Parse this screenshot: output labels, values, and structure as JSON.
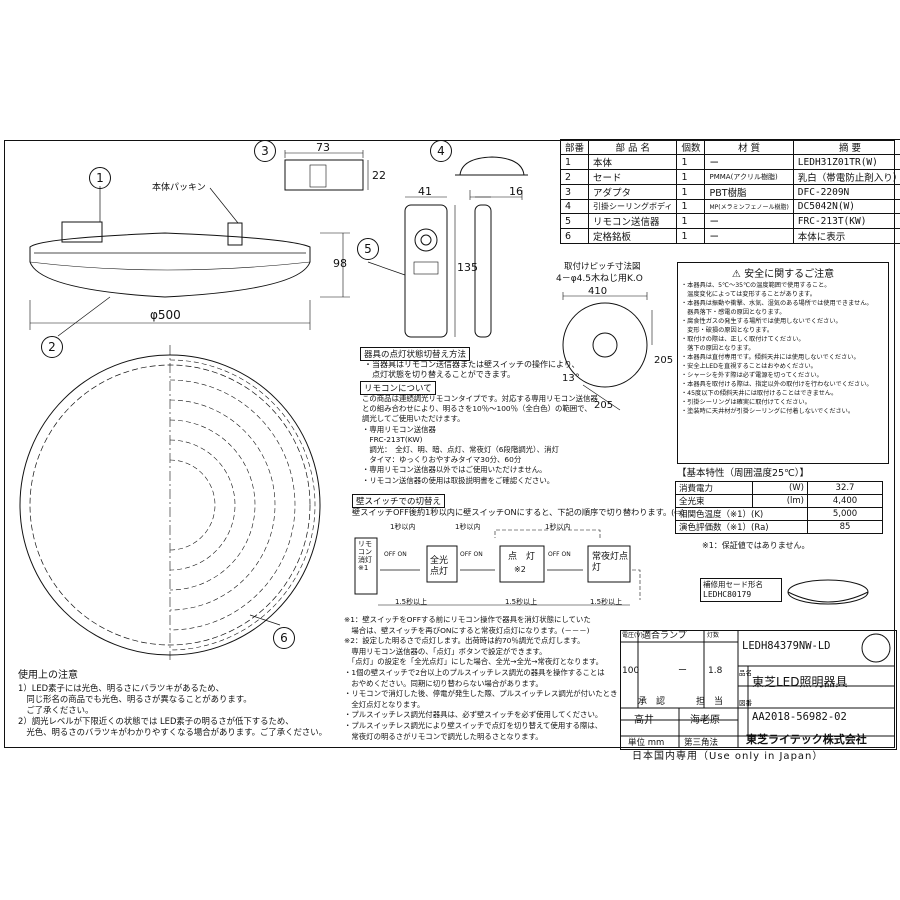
{
  "callouts": [
    "1",
    "2",
    "3",
    "4",
    "5",
    "6"
  ],
  "dims": {
    "width_73": "73",
    "height_22": "22",
    "depth_41": "41",
    "depth_16": "16",
    "height_98": "98",
    "height_135": "135",
    "diameter": "φ500",
    "pitch_410": "410",
    "pitch_205a": "205",
    "pitch_205b": "205",
    "angle_13": "13°"
  },
  "labels": {
    "packing": "本体パッキン",
    "mount_pitch": "取付けピッチ寸法図",
    "screw": "4－φ4.5木ねじ用K.O"
  },
  "parts_table": {
    "headers": [
      "部番",
      "部 品 名",
      "個数",
      "材 質",
      "摘 要"
    ],
    "rows": [
      [
        "1",
        "本体",
        "1",
        "ー",
        "LEDH31Z01TR(W)"
      ],
      [
        "2",
        "セード",
        "1",
        "PMMA(アクリル樹脂)",
        "乳白（帯電防止剤入り）"
      ],
      [
        "3",
        "アダプタ",
        "1",
        "PBT樹脂",
        "DFC-2209N"
      ],
      [
        "4",
        "引掛シーリングボディ",
        "1",
        "MP(メラミンフェノール樹脂)",
        "DC5042N(W)"
      ],
      [
        "5",
        "リモコン送信器",
        "1",
        "ー",
        "FRC-213T(KW)"
      ],
      [
        "6",
        "定格銘板",
        "1",
        "ー",
        "本体に表示"
      ]
    ]
  },
  "safety": {
    "title": "安全に関するご注意",
    "lines": [
      "・本器具は、5℃～35℃の温度範囲で使用すること。",
      "　温度変化によっては変形することがあります。",
      "・本器具は振動や衝撃、水気、湿気のある場所では使用できません。",
      "　器具落下・感電の原因となります。",
      "・腐食性ガスの発生する場所では使用しないでください。",
      "　変形・破損の原因となります。",
      "・取付けの際は、正しく取付けてください。",
      "　落下の原因となります。",
      "・本器具は直付専用です。傾斜天井には使用しないでください。",
      "・安全上LEDを直視することはおやめください。",
      "・シャーシを外す際は必ず電源を切ってください。",
      "・本器具を取付ける際は、指定以外の取付けを行わないでください。",
      "・45度以下の傾斜天井には取付けることはできません。",
      "・引掛シーリングは確実に取付けてください。",
      "・塗装時に天井材が引掛シーリングに付着しないでください。"
    ]
  },
  "basic_specs": {
    "title": "【基本特性（周囲温度25℃）】",
    "rows": [
      [
        "消費電力",
        "(W)",
        "32.7"
      ],
      [
        "全光束",
        "(lm)",
        "4,400"
      ],
      [
        "相関色温度（※1）(K)",
        "",
        "5,000"
      ],
      [
        "演色評価数（※1）(Ra)",
        "",
        "85"
      ]
    ],
    "footnote": "※1：保証値ではありません。"
  },
  "shade_box": {
    "title": "補修用セード形名",
    "value": "LEDHC80179"
  },
  "switching": {
    "title": "器具の点灯状態切替え方法",
    "lines": [
      "・当器具はリモコン送信器または壁スイッチの操作により、",
      "　点灯状態を切り替えることができます。"
    ],
    "remote_title": "リモコンについて",
    "remote_lines": [
      "この商品は連続調光リモコンタイプです。対応する専用リモコン送信器",
      "との組み合わせにより、明るさを10％～100％（全白色）の範囲で、",
      "調光してご使用いただけます。",
      "・専用リモコン送信器",
      "　FRC-213T(KW)",
      "　調光：　全灯、明、暗、点灯、常夜灯（6段階調光）、消灯",
      "　タイマ：ゆっくりおやすみタイマ30分、60分",
      "・専用リモコン送信器以外ではご使用いただけません。",
      "・リモコン送信器の使用は取扱説明書をご確認ください。"
    ],
    "wall_title": "壁スイッチでの切替え",
    "wall_line": "壁スイッチOFF後約1秒以内に壁スイッチONにすると、下記の順序で切り替わります。(⇨)",
    "remote_vertical": "リモコン消灯※1",
    "within": "1秒以内",
    "off_on": "OFF ON",
    "states": [
      "全光点灯",
      "点　灯",
      "常夜灯点灯"
    ],
    "note2": "※2",
    "over": "1.5秒以上"
  },
  "footnotes": [
    "※1：壁スイッチをOFFする前にリモコン操作で器具を消灯状態にしていた",
    "　場合は、壁スイッチを再びONにすると常夜灯点灯になります。(－－－)",
    "※2：設定した明るさで点灯します。出荷時は約70％調光で点灯します。",
    "　専用リモコン送信器の、「点灯」ボタンで設定ができます。",
    "　「点灯」の設定を「全光点灯」にした場合、全光→全光→常夜灯となります。",
    "・1個の壁スイッチで2台以上のプルスイッチレス調光の器具を操作することは",
    "　おやめください。同期に切り替わらない場合があります。",
    "・リモコンで消灯した後、停電が発生した際、プルスイッチレス調光が付いたとき",
    "　全灯点灯となります。",
    "・プルスイッチレス調光付器具は、必ず壁スイッチを必ず使用してください。",
    "・プルスイッチレス調光により壁スイッチで点灯を切り替えて使用する際は、",
    "　常夜灯の明るさがリモコンで調光した明るさとなります。"
  ],
  "usage": {
    "title": "使用上の注意",
    "lines": [
      "1）LED素子には光色、明るさにバラツキがあるため、",
      "　同じ形名の商品でも光色、明るさが異なることがあります。",
      "　ご了承ください。",
      "2）調光レベルが下限近くの状態では LED素子の明るさが低下するため、",
      "　光色、明るさのバラツキがわかりやすくなる場合があります。ご了承ください。"
    ]
  },
  "title_block": {
    "lamp_hdr": "適合ランプ",
    "volt_hdr": "電圧(V)",
    "ratio_hdr": "灯数",
    "voltage": "100",
    "lamp": "ー",
    "ratio": "1.8",
    "model": "LEDH84379NW-LD",
    "name_hdr": "品名",
    "product_name": "東芝LED照明器具",
    "approve_hdr": "承　認",
    "charge_hdr": "担　当",
    "approver": "高井",
    "person": "海老原",
    "drawing_hdr": "図番",
    "drawing_no": "AA2018-56982-02",
    "unit": "単位 mm",
    "projection": "第三角法",
    "company": "東芝ライテック株式会社"
  },
  "footer": "日本国内専用（Use only in Japan）"
}
